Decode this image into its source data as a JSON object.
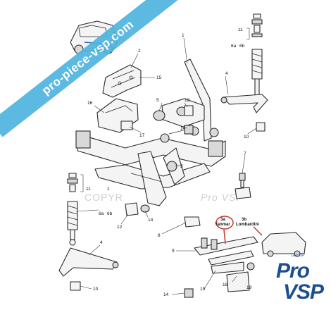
{
  "watermark": {
    "copy_left": "COPYR",
    "copy_right": "Pro VSP"
  },
  "banner": {
    "text": "pro-piece-vsp.com",
    "color": "#4fb4df"
  },
  "brand": {
    "pro": "Pro",
    "vsp": "VSP",
    "group": "GROUP",
    "color": "#1d4f8f"
  },
  "callouts": {
    "c1a": "1",
    "c1b": "1",
    "c2": "2",
    "c3a": "3a",
    "c3a_name": "Yanmar",
    "c3b": "3b",
    "c3b_name": "Lombardini",
    "c4a": "4",
    "c4b": "4",
    "c5a": "5",
    "c5b": "5",
    "c6a_left": "6a",
    "c6b_left": "6b",
    "c6a_right": "6a",
    "c6b_right": "6b",
    "c7": "7",
    "c8": "8",
    "c9": "9",
    "c10a": "10",
    "c10b": "10",
    "c11a": "11",
    "c11b": "11",
    "c12a": "12",
    "c12b": "12",
    "c14a": "14",
    "c14b": "14",
    "c14c": "14",
    "c15": "15",
    "c16": "16",
    "c17": "17",
    "c18": "18",
    "c19a": "19",
    "c19b": "19"
  },
  "highlight_color": "#c0392b"
}
